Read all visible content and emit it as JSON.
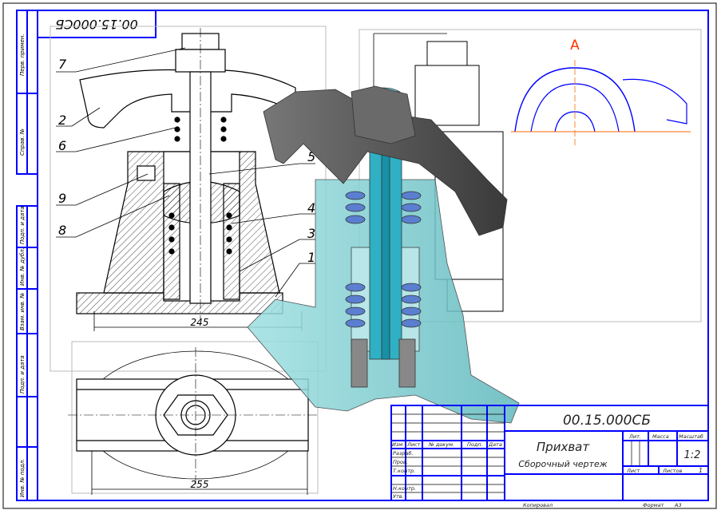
{
  "drawing": {
    "designation": "00.15.000СБ",
    "stamp_rotated": "00.15.000СБ",
    "title": "Прихват",
    "doc_type": "Сборочный чертеж",
    "scale": "1:2",
    "sheet_label": "Лист",
    "sheets_label": "Листов",
    "sheets_count": "1",
    "copied_label": "Копировал",
    "format_label": "Формат",
    "format_value": "А3",
    "section_label": "А"
  },
  "title_block": {
    "headers": [
      "Изм",
      "Лист",
      "№ докум.",
      "Подп.",
      "Дата"
    ],
    "rows": [
      "Разраб.",
      "Пров.",
      "Т.контр.",
      "",
      "Н.контр.",
      "Утв."
    ],
    "right_headers": [
      "Лит.",
      "Масса",
      "Масштаб"
    ]
  },
  "side_stamps": {
    "upper": [
      "Перв. примен.",
      "Справ. №"
    ],
    "lower": [
      "Подп. и дата",
      "Инв. № дубл.",
      "Взам. инв. №",
      "Подп. и дата",
      "Инв. № подл."
    ]
  },
  "callouts": {
    "left": [
      "7",
      "2",
      "6",
      "9",
      "8"
    ],
    "right": [
      "5",
      "4",
      "3",
      "1"
    ]
  },
  "dimensions": {
    "front_width": "245",
    "top_width": "255"
  },
  "colors": {
    "frame": "#0000ff",
    "model_teal": "#7fd0d4",
    "model_dark": "#555555",
    "accent": "#ff6600",
    "section_letter": "#ff3300"
  }
}
